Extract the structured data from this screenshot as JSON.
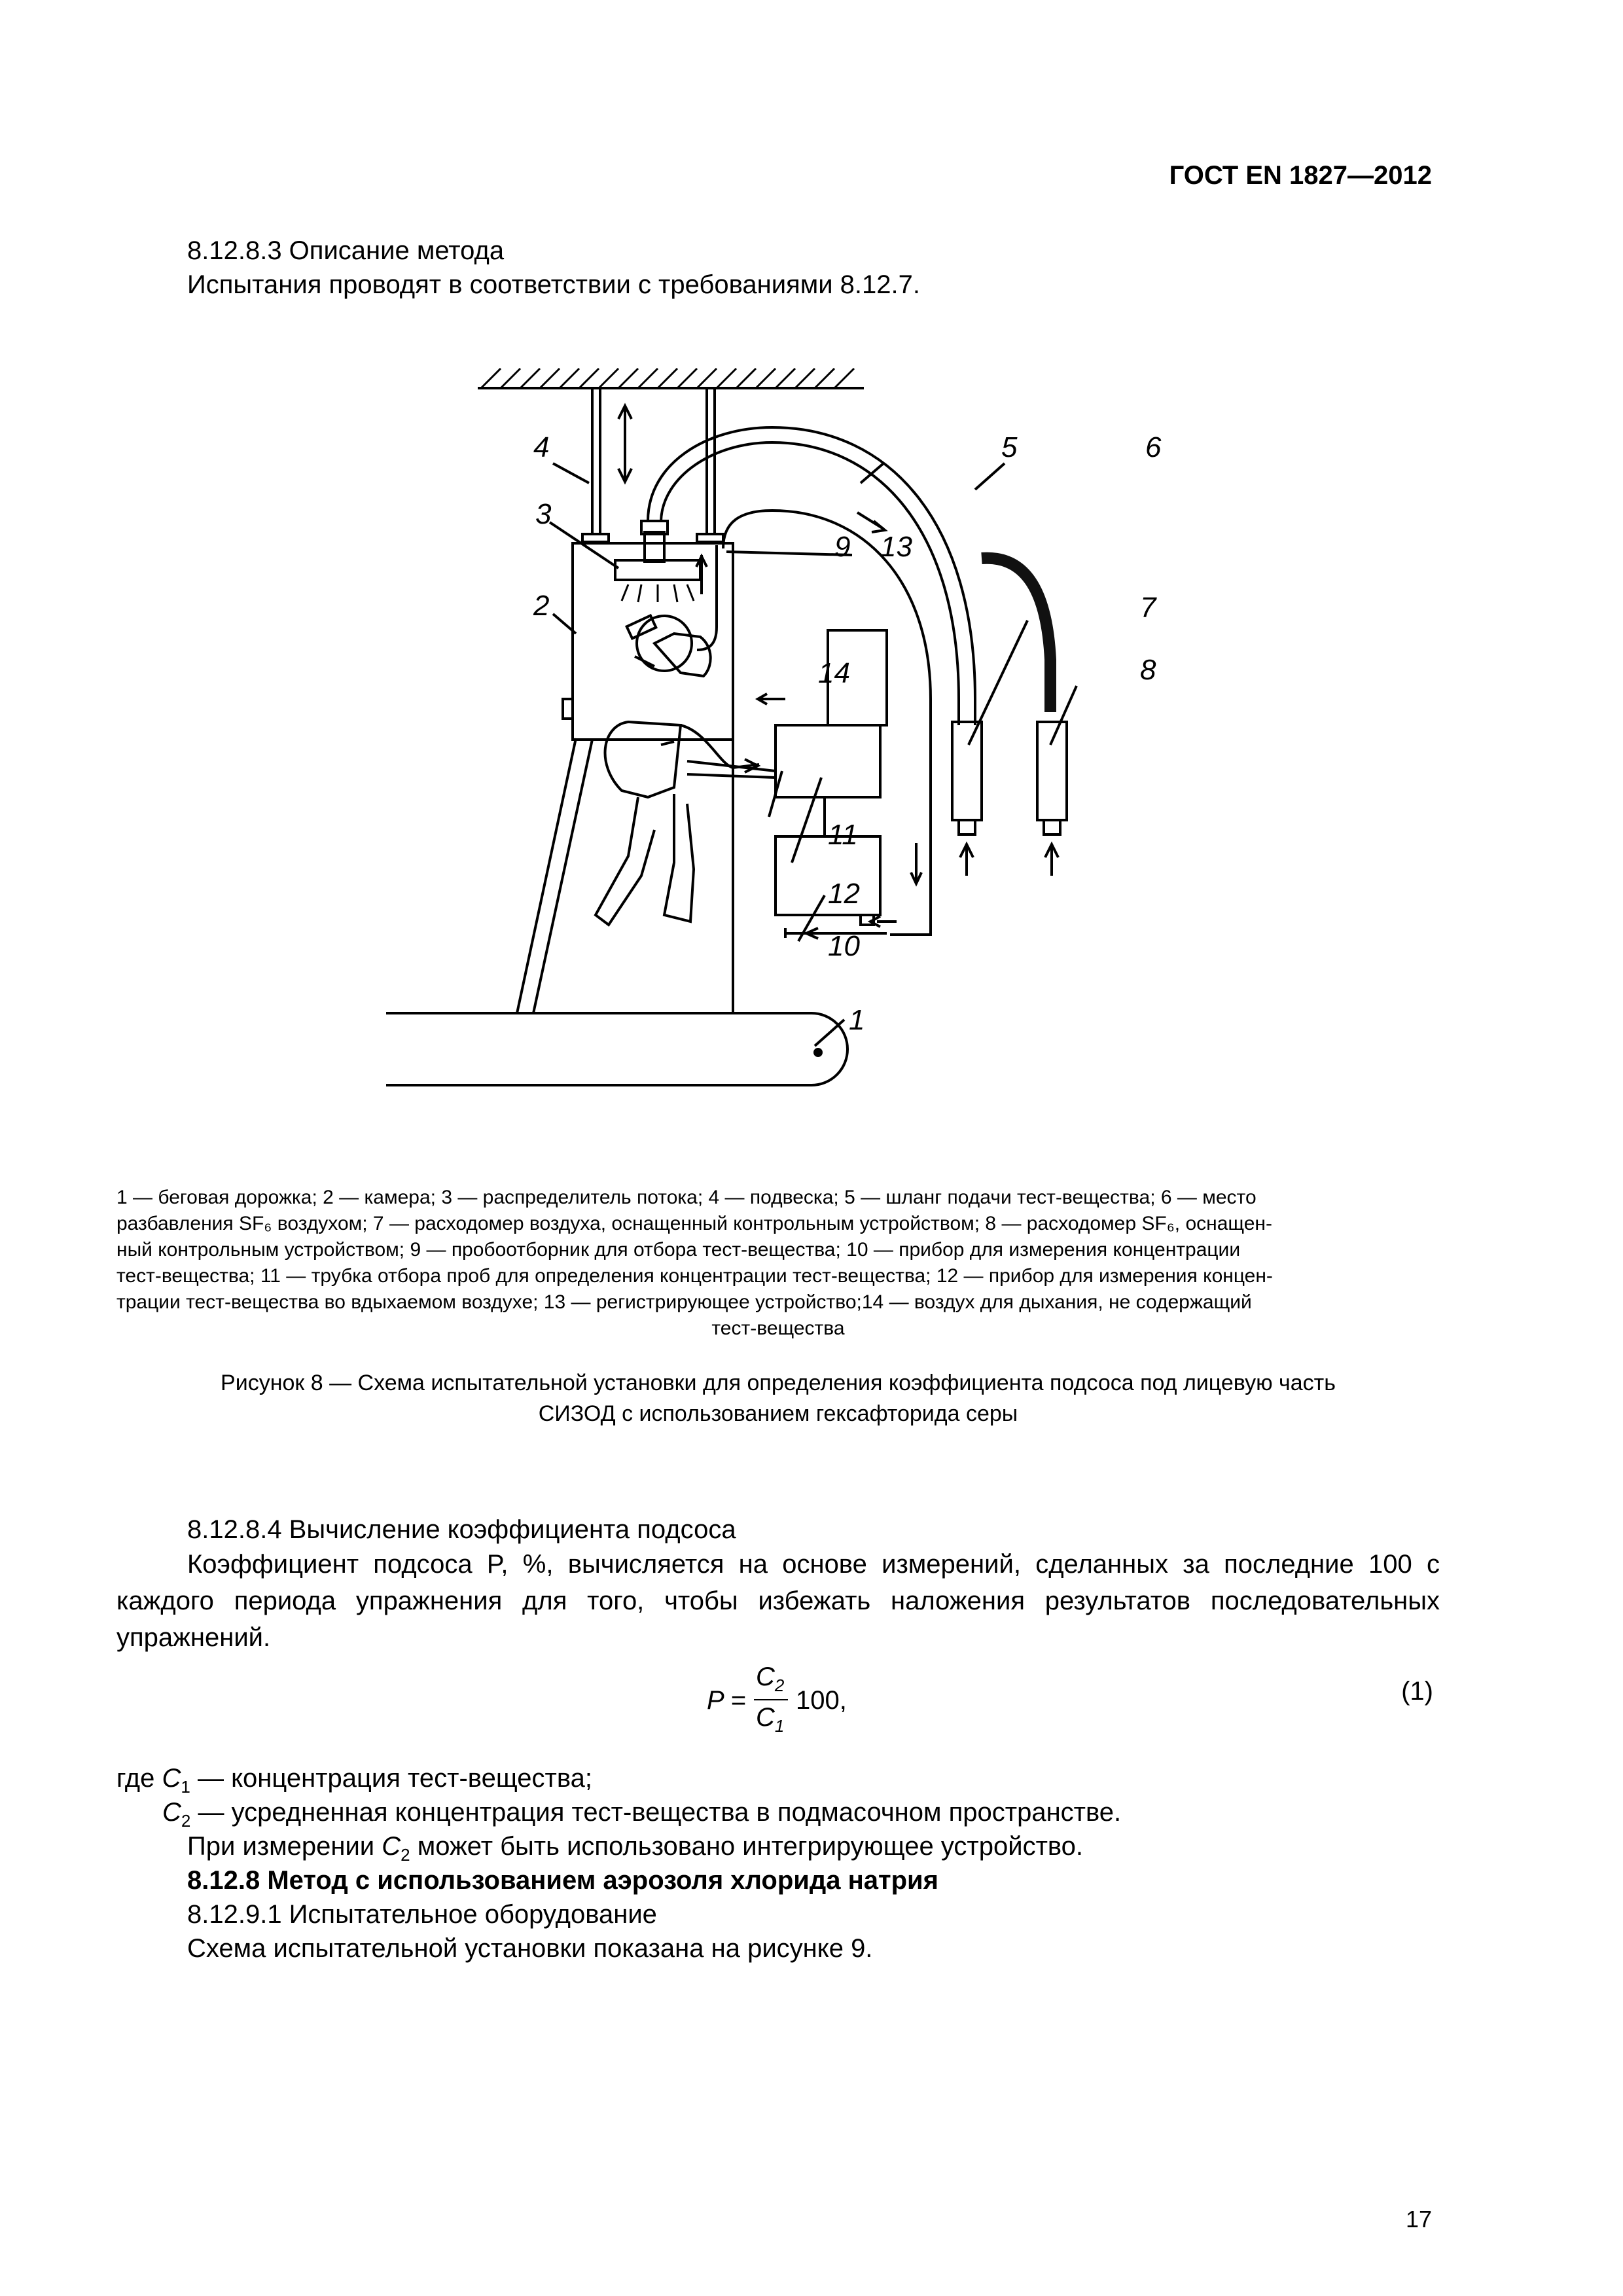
{
  "header": {
    "standard": "ГОСТ EN 1827—2012"
  },
  "section_8_12_8_3": {
    "title": "8.12.8.3 Описание метода",
    "text": "Испытания проводят в соответствии с требованиями 8.12.7."
  },
  "figure": {
    "labels": [
      "1",
      "2",
      "3",
      "4",
      "5",
      "6",
      "7",
      "8",
      "9",
      "10",
      "11",
      "12",
      "13",
      "14"
    ],
    "legend": {
      "l1": "1 — беговая дорожка; 2 — камера; 3 — распределитель потока; 4 — подвеска; 5 — шланг подачи тест-вещества; 6 — место",
      "l2": "разбавления SF₆ воздухом; 7 — расходомер воздуха, оснащенный контрольным устройством; 8 — расходомер SF₆, оснащен-",
      "l3": "ный контрольным устройством; 9 — пробоотборник для отбора тест-вещества; 10 — прибор для измерения концентрации",
      "l4": "тест-вещества; 11 — трубка отбора проб для определения концентрации тест-вещества; 12 — прибор для измерения концен-",
      "l5": "трации тест-вещества во вдыхаемом воздухе; 13 — регистрирующее устройство;14 — воздух для дыхания, не содержащий",
      "l6": "тест-вещества"
    },
    "caption_line1": "Рисунок 8 — Схема испытательной установки для определения коэффициента подсоса под лицевую часть",
    "caption_line2": "СИЗОД с использованием гексафторида серы"
  },
  "section_8_12_8_4": {
    "title": "8.12.8.4 Вычисление коэффициента подсоса",
    "para": "Коэффициент подсоса P, %, вычисляется на основе измерений, сделанных за последние 100 с каждого периода упражнения для того, чтобы избежать наложения результатов последовательных упражнений.",
    "formula": {
      "lhs": "P =",
      "num": "C",
      "num_sub": "2",
      "den": "C",
      "den_sub": "1",
      "rhs": "100,",
      "number": "(1)"
    },
    "where_prefix": "где",
    "c1_sym": "C",
    "c1_sub": "1",
    "c1_text": " — концентрация тест-вещества;",
    "c2_sym": "C",
    "c2_sub": "2",
    "c2_text": " — усредненная концентрация тест-вещества в подмасочном пространстве.",
    "note_a": "При измерении ",
    "note_sym": "C",
    "note_sub": "2",
    "note_b": " может быть использовано интегрирующее устройство."
  },
  "section_8_12_8_bold": "8.12.8 Метод с использованием аэрозоля хлорида натрия",
  "section_8_12_9_1": {
    "title": "8.12.9.1 Испытательное оборудование",
    "text": "Схема испытательной установки показана на рисунке 9."
  },
  "page_number": "17"
}
